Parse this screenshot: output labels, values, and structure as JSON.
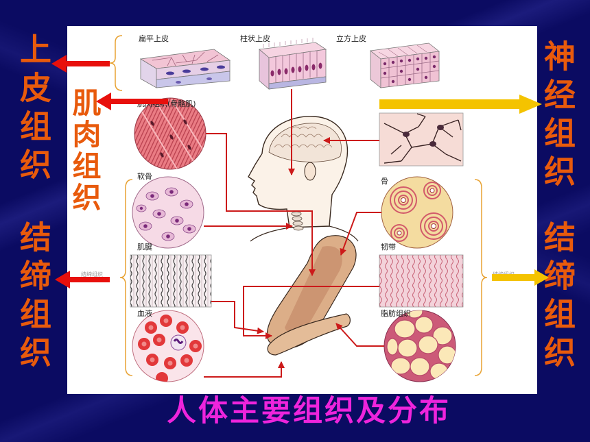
{
  "slide": {
    "title": "人体主要组织及分布"
  },
  "left_labels": {
    "epithelial": "上皮组织",
    "muscle": "肌肉组织",
    "connective": "结缔组织"
  },
  "right_labels": {
    "nervous": "神经组织",
    "connective": "结缔组织"
  },
  "diagram": {
    "epithelium": {
      "squamous": "扁平上皮",
      "columnar": "柱状上皮",
      "cuboidal": "立方上皮"
    },
    "skeletal_muscle": "肌肉组织(骨骼肌)",
    "cartilage": "软骨",
    "tendon": "肌腱",
    "blood": "血液",
    "bone": "骨",
    "ligament": "韧带",
    "adipose": "脂肪组织",
    "bracket_left": "结缔组织",
    "bracket_right": "结缔组织"
  },
  "colors": {
    "background": "#0b0b62",
    "label_orange": "#e85a0c",
    "title_magenta": "#ee24dc",
    "arrow_red": "#e8100c",
    "arrow_yellow": "#f4c300",
    "connector_red": "#cc1a1a"
  }
}
